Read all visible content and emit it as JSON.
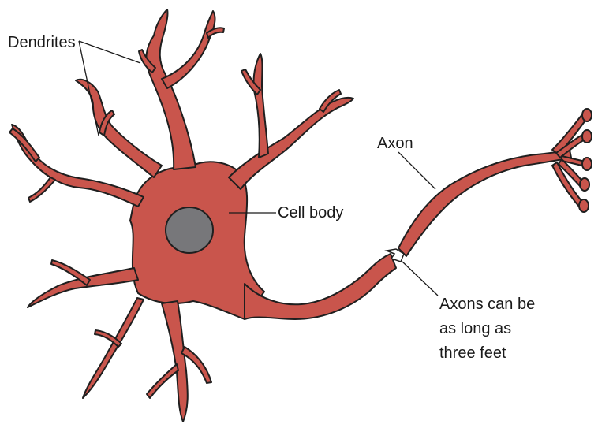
{
  "labels": {
    "dendrites": "Dendrites",
    "cell_body": "Cell body",
    "axon": "Axon",
    "axon_note": [
      "Axons can be",
      "as long as",
      "three feet"
    ]
  },
  "colors": {
    "neuron_fill": "#c9554c",
    "nucleus_fill": "#77777a",
    "outline": "#1f1f1f",
    "background": "#ffffff"
  }
}
